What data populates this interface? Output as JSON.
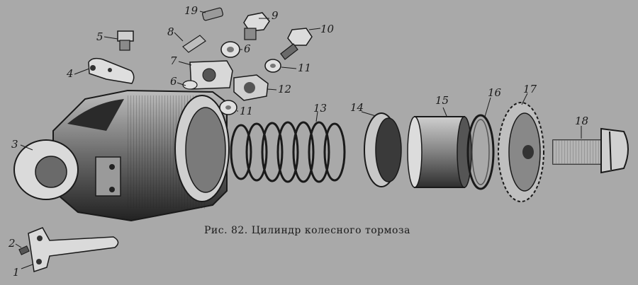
{
  "caption": "Рис. 82. Цилиндр колесного тормоза",
  "callouts": [
    "1",
    "2",
    "3",
    "4",
    "5",
    "6",
    "6",
    "7",
    "8",
    "9",
    "10",
    "11",
    "11",
    "12",
    "13",
    "14",
    "15",
    "16",
    "17",
    "18",
    "19"
  ],
  "colors": {
    "background": "#a9a9a9",
    "ink": "#1a1a1a",
    "paper_light": "#dcdcdc",
    "shade": "#5a5a5a"
  }
}
